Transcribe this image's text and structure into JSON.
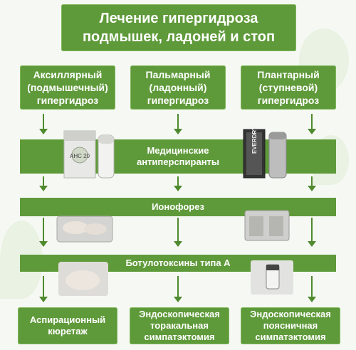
{
  "title": "Лечение гипергидроза подмышек, ладоней и стоп",
  "categories": [
    {
      "label": "Аксиллярный (подмышечный) гипергидроз"
    },
    {
      "label": "Пальмарный (ладонный) гипергидроз"
    },
    {
      "label": "Плантарный (ступневой) гипергидроз"
    }
  ],
  "treatments": [
    {
      "label": "Медицинские антиперспиранты"
    },
    {
      "label": "Ионофорез"
    },
    {
      "label": "Ботулотоксины типа А"
    }
  ],
  "results": [
    {
      "label": "Аспирационный кюретаж"
    },
    {
      "label": "Эндоскопическая торакальная симпатэктомия"
    },
    {
      "label": "Эндоскопическая поясничная симпатэктомия"
    }
  ],
  "product_labels": {
    "left": "AHC 20",
    "right": "EVERDRY"
  },
  "colors": {
    "box": "#5f9a3a",
    "arrow": "#4f8a2e"
  }
}
